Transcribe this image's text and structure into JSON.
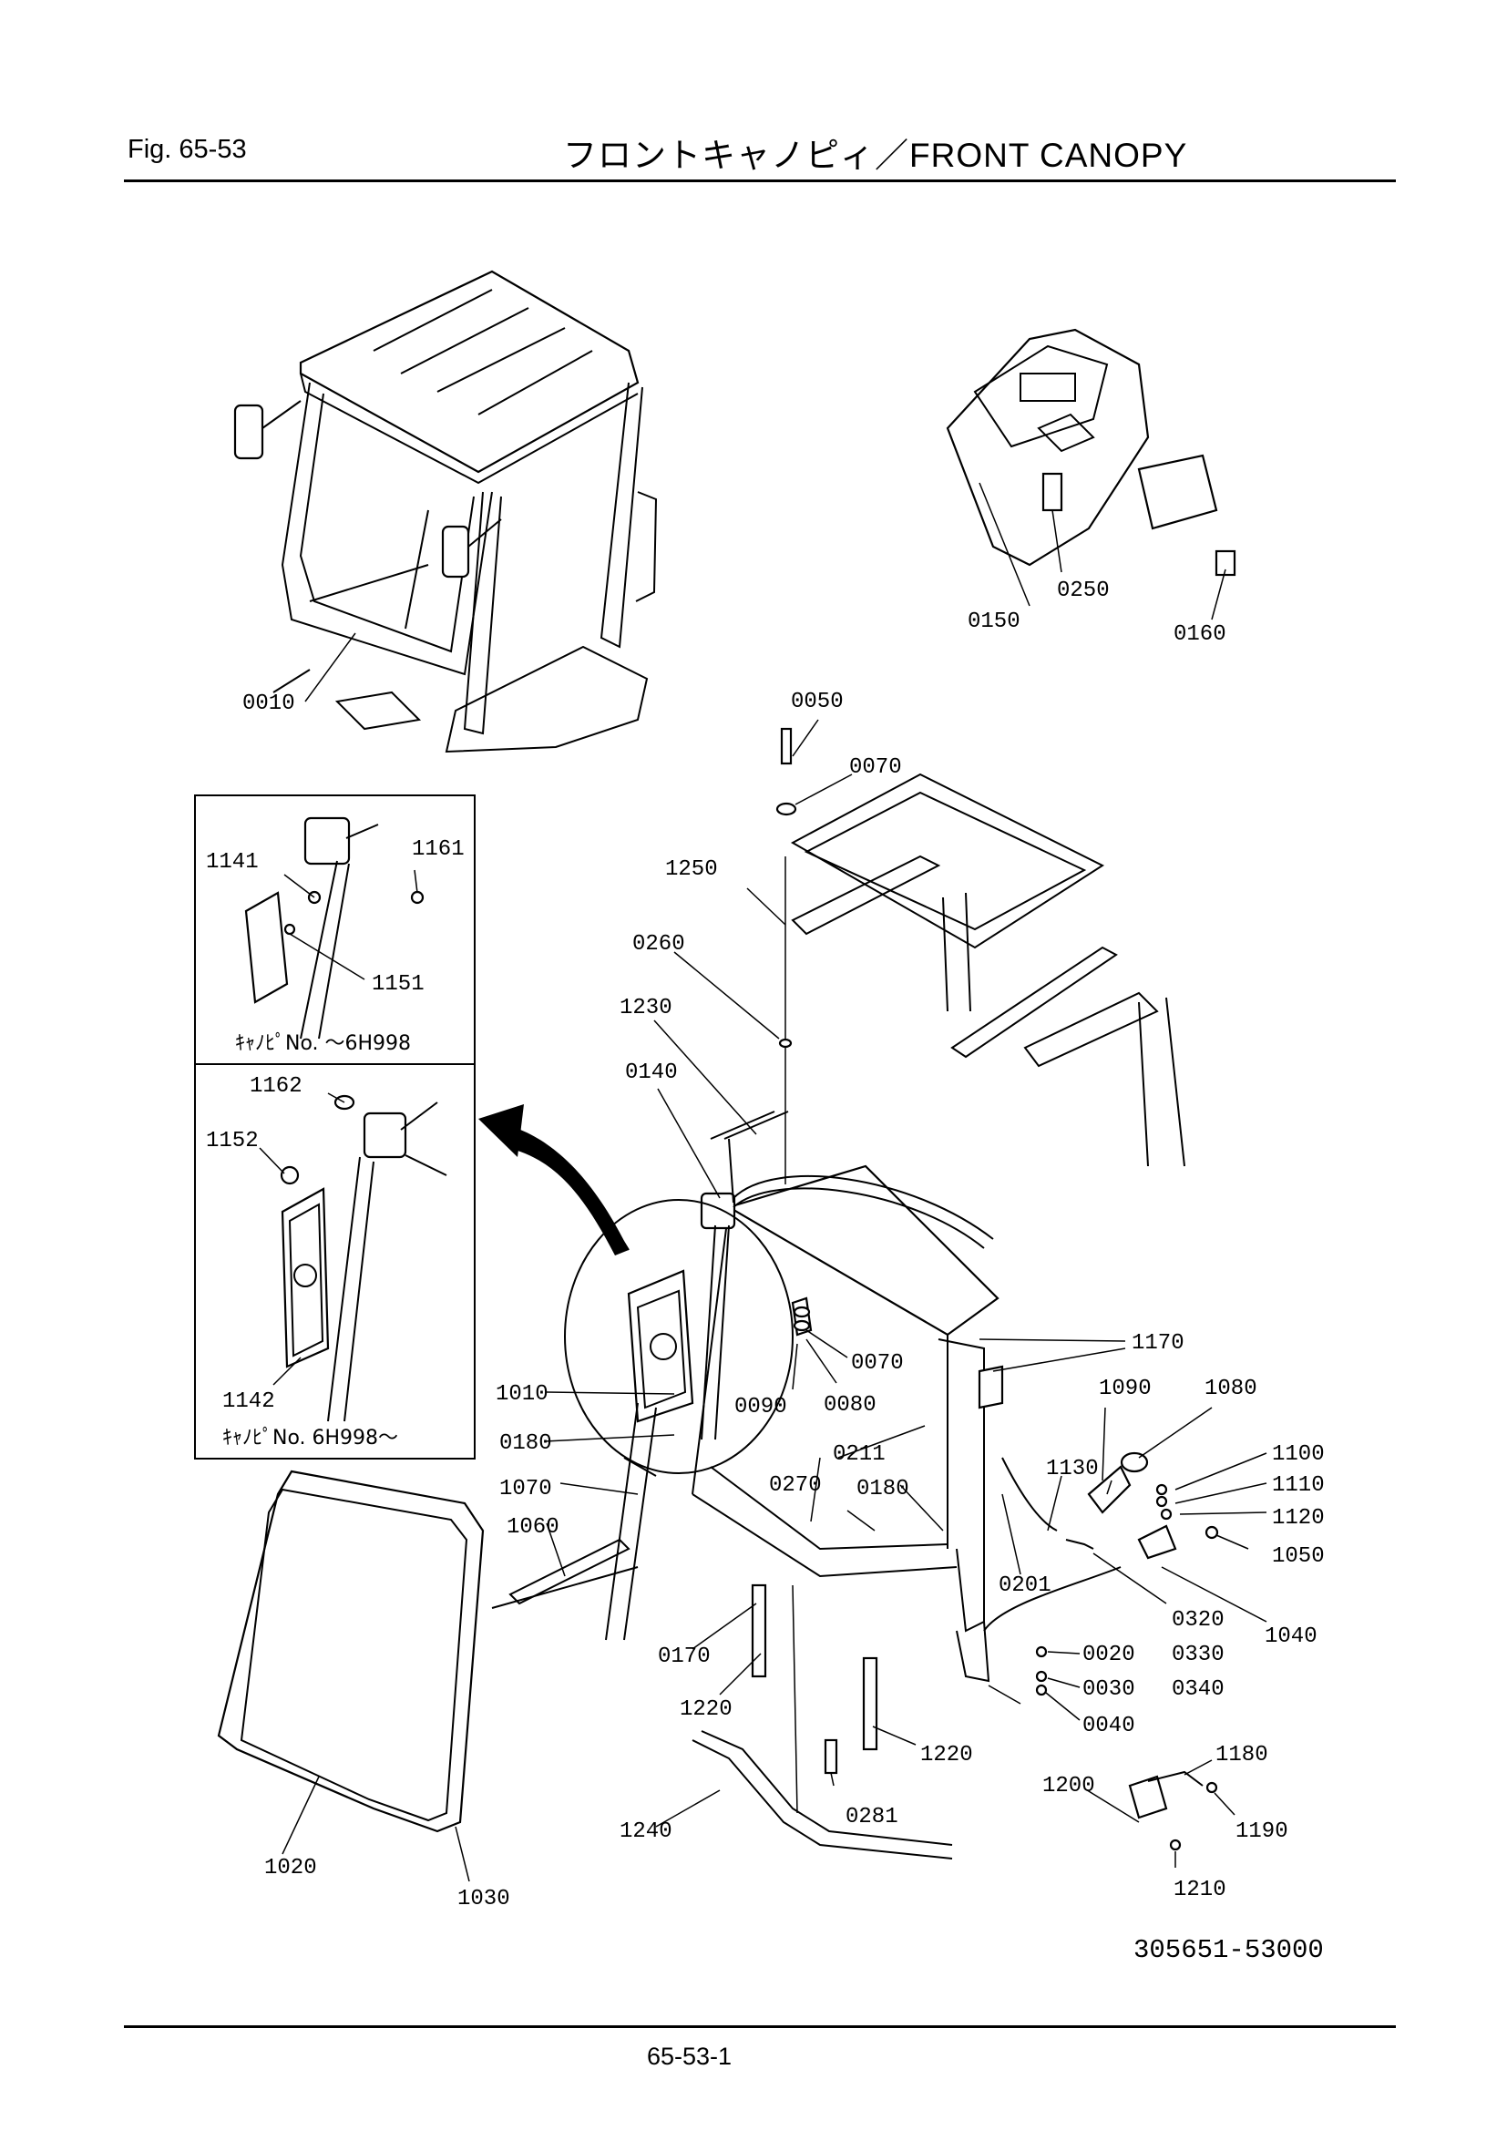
{
  "header": {
    "fig_label": "Fig.  65-53",
    "title": "フロントキャノピィ／FRONT  CANOPY"
  },
  "footer": {
    "drawing_code": "305651-53000",
    "page_number": "65-53-1"
  },
  "insets": [
    {
      "note": "ｷｬﾉﾋﾟNo. ～6H998",
      "parts": [
        "1141",
        "1161",
        "1151"
      ]
    },
    {
      "note": "ｷｬﾉﾋﾟNo. 6H998～",
      "parts": [
        "1162",
        "1152",
        "1142"
      ]
    }
  ],
  "part_labels": [
    "0010",
    "0150",
    "0250",
    "0160",
    "0050",
    "0070",
    "1250",
    "0260",
    "1230",
    "0140",
    "1141",
    "1161",
    "1151",
    "1162",
    "1152",
    "1142",
    "1170",
    "0070",
    "0080",
    "0090",
    "1010",
    "0180",
    "1090",
    "1080",
    "0211",
    "1100",
    "1110",
    "1120",
    "1130",
    "1070",
    "0270",
    "0180",
    "1060",
    "1050",
    "0201",
    "0320",
    "1040",
    "0170",
    "0330",
    "0020",
    "0030",
    "0340",
    "0040",
    "1220",
    "1220",
    "1180",
    "1200",
    "1190",
    "0281",
    "1240",
    "1020",
    "1030",
    "1210"
  ]
}
